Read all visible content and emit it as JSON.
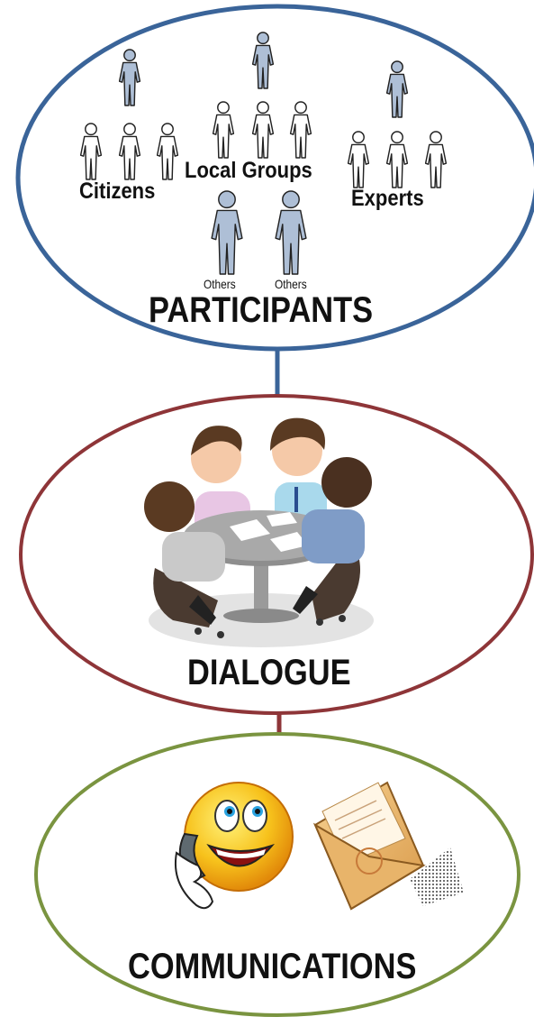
{
  "participants": {
    "title": "PARTICIPANTS",
    "groups": {
      "citizens": "Citizens",
      "local_groups": "Local Groups",
      "experts": "Experts",
      "others_left": "Others",
      "others_right": "Others"
    }
  },
  "dialogue": {
    "title": "DIALOGUE"
  },
  "communications": {
    "title": "COMMUNICATIONS"
  },
  "colors": {
    "participants_ring": "#3a6499",
    "dialogue_ring": "#8e3538",
    "communications_ring": "#7a9440",
    "figure_blue": "#aebfd6",
    "figure_outline": "#222222"
  }
}
